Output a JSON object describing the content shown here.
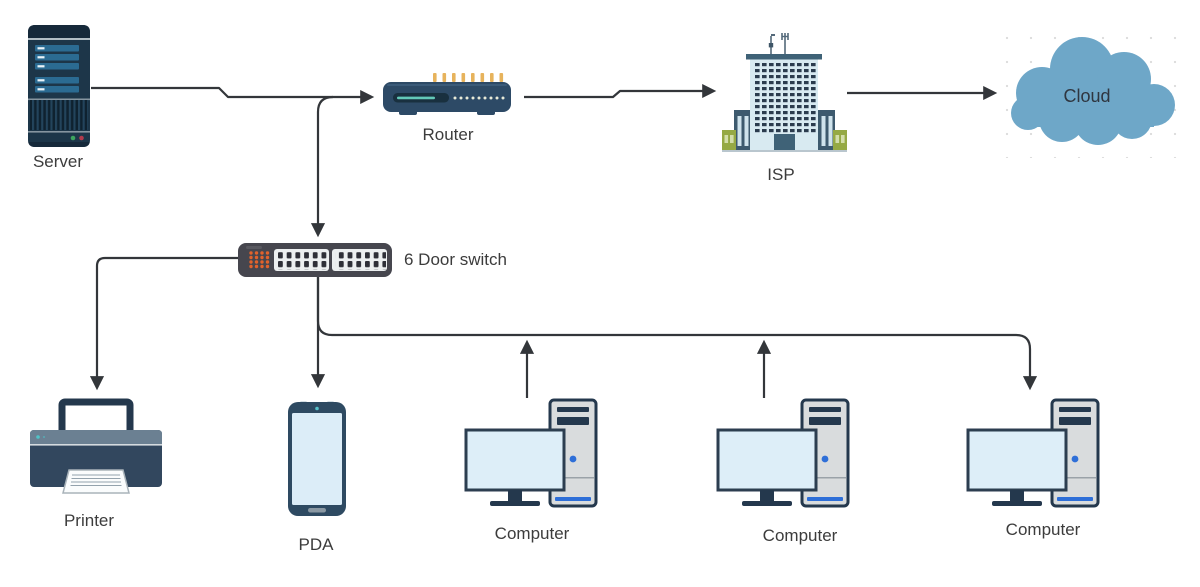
{
  "diagram": {
    "background": "#ffffff",
    "nodes": {
      "server": {
        "label": "Server"
      },
      "router": {
        "label": "Router"
      },
      "isp": {
        "label": "ISP"
      },
      "cloud": {
        "label": "Cloud"
      },
      "switch": {
        "label": "6 Door switch"
      },
      "printer": {
        "label": "Printer"
      },
      "pda": {
        "label": "PDA"
      },
      "computer1": {
        "label": "Computer"
      },
      "computer2": {
        "label": "Computer"
      },
      "computer3": {
        "label": "Computer"
      }
    },
    "edges": [
      {
        "from": "Server",
        "to": "Router",
        "style": "arrow"
      },
      {
        "from": "Router",
        "to": "ISP",
        "style": "arrow"
      },
      {
        "from": "ISP",
        "to": "Cloud",
        "style": "arrow"
      },
      {
        "from": "Server-Router link",
        "to": "6 Door switch",
        "style": "arrow"
      },
      {
        "from": "6 Door switch",
        "to": "Printer",
        "style": "arrow"
      },
      {
        "from": "6 Door switch",
        "to": "PDA",
        "style": "arrow"
      },
      {
        "from": "6 Door switch",
        "to": "Computer (right)",
        "style": "arrow"
      },
      {
        "from": "Computer (left)",
        "to": "LAN line",
        "style": "arrow"
      },
      {
        "from": "Computer (middle)",
        "to": "LAN line",
        "style": "arrow"
      }
    ],
    "colors": {
      "navy_outline": "#24384d",
      "server_body": "#1d3649",
      "server_bar_blue": "#2b6b92",
      "router_body": "#2d4a66",
      "router_pin_orange": "#e7b35c",
      "teal_accent": "#63c9b8",
      "isp_wall": "#d8eaf1",
      "isp_wing": "#3d5a6e",
      "isp_annex_green": "#95a944",
      "cloud_blue": "#6ea7c8",
      "switch_body": "#46464e",
      "switch_led_orange": "#e2622b",
      "screen_light_blue": "#dcedf8",
      "tower_gray": "#d9dcdd",
      "power_dot_blue": "#2e6fd8",
      "printer_body": "#32475e",
      "printer_strip": "#6b8092",
      "edge_line": "#33363a",
      "label_text": "#3c3c3c"
    }
  }
}
